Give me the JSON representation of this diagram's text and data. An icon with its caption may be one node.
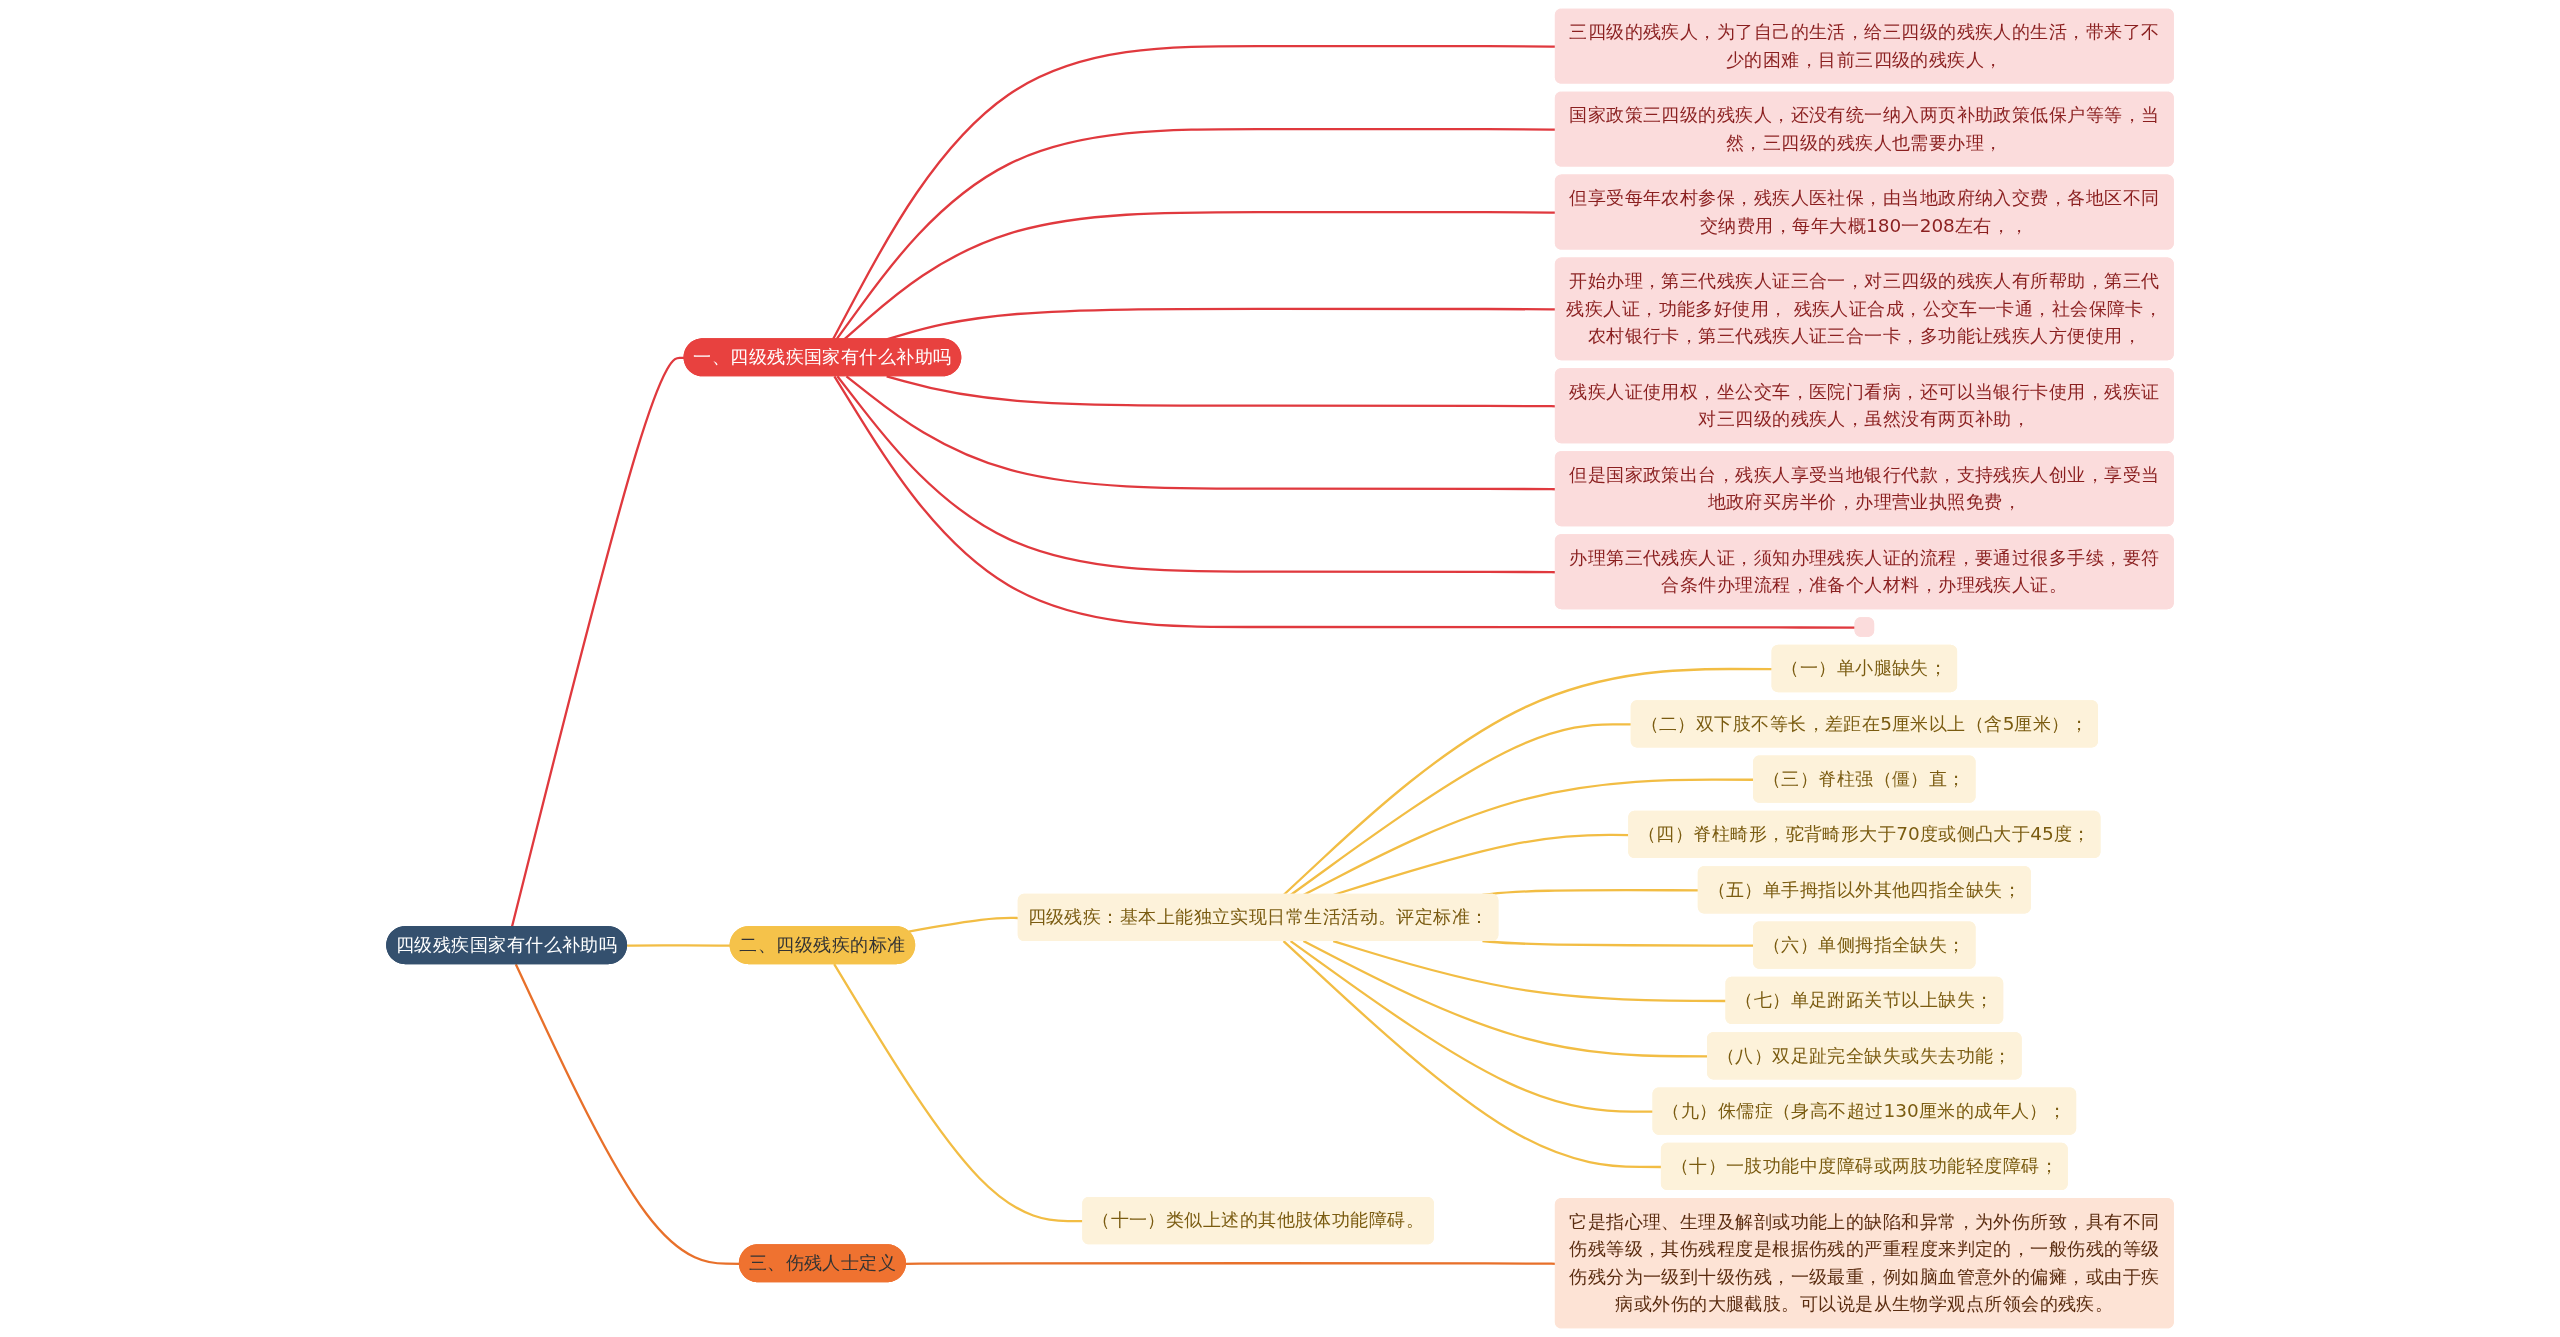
{
  "diagram": {
    "nodes": [
      {
        "text": [
          "四级残疾国家有什么补助吗"
        ]
      },
      {
        "text": [
          "一、四级残疾国家有什么补助吗"
        ]
      },
      {
        "text": [
          "三四级的残疾人，为了自己的生活，给三四级的残疾人的生活，带来了不少的困难，目前三四级的残疾人，"
        ]
      },
      {
        "text": [
          "国家政策三四级的残疾人，还没有统一纳入两页补助政策低保户等等，当然，三四级的残疾人也需要办理，"
        ]
      },
      {
        "text": [
          "但享受每年农村参保，残疾人医社保，由当地政府纳入交费，各地区不同交纳费用，每年大概180一208左右，，"
        ]
      },
      {
        "text": [
          "开始办理，第三代残疾人证三合一，对三四级的残疾人有所帮助，第三代残疾人证，功能多好使用， 残疾人证合成，公交车一卡通，社会保障卡，农村银行卡，第三代残疾人证三合一卡，多功能让残疾人方便使用，"
        ]
      },
      {
        "text": [
          "残疾人证使用权，坐公交车，医院门看病，还可以当银行卡使用，残疾证对三四级的残疾人，虽然没有两页补助，"
        ]
      },
      {
        "text": [
          "但是国家政策出台，残疾人享受当地银行代款，支持残疾人创业，享受当地政府买房半价，办理营业执照免费，"
        ]
      },
      {
        "text": [
          "办理第三代残疾人证，须知办理残疾人证的流程，要通过很多手续，要符合条件办理流程，准备个人材料，办理残疾人证。"
        ]
      },
      {
        "text": [],
        "shape": "box"
      },
      {
        "text": [
          "二、四级残疾的标准"
        ]
      },
      {
        "text": [
          "四级残疾：基本上能独立实现日常生活活动。评定标准："
        ]
      },
      {
        "text": [
          "（一）单小腿缺失；"
        ]
      },
      {
        "text": [
          "（二）双下肢不等长，差距在5厘米以上（含5厘米）；"
        ]
      },
      {
        "text": [
          "（三）脊柱强（僵）直；"
        ]
      },
      {
        "text": [
          "（四）脊柱畸形，驼背畸形大于70度或侧凸大于45度；"
        ]
      },
      {
        "text": [
          "（五）单手拇指以外其他四指全缺失；"
        ]
      },
      {
        "text": [
          "（六）单侧拇指全缺失；"
        ]
      },
      {
        "text": [
          "（七）单足跗跖关节以上缺失；"
        ]
      },
      {
        "text": [
          "（八）双足趾完全缺失或失去功能；"
        ]
      },
      {
        "text": [
          "（九）侏儒症（身高不超过130厘米的成年人）；"
        ]
      },
      {
        "text": [
          "（十）一肢功能中度障碍或两肢功能轻度障碍；"
        ]
      },
      {
        "text": [
          "（十一）类似上述的其他肢体功能障碍。"
        ]
      },
      {
        "text": [
          "三、伤残人士定义"
        ]
      },
      {
        "text": [
          "它是指心理、生理及解剖或功能上的缺陷和异常，为外伤所致，具有不同伤残等级，其伤残程度是根据伤残的严重程度来判定的，一般伤残的等级伤残分为一级到十级伤残，一级最重，例如脑血管意外的偏瘫，或由于疾病或外伤的大腿截肢。可以说是从生物学观点所领会的残疾。"
        ]
      }
    ],
    "edges": [
      {
        "from": 0,
        "to": 1,
        "arrow": "none",
        "color": "#e0393e"
      },
      {
        "from": 1,
        "to": 2,
        "arrow": "none",
        "color": "#e0393e"
      },
      {
        "from": 1,
        "to": 3,
        "arrow": "none",
        "color": "#e0393e"
      },
      {
        "from": 1,
        "to": 4,
        "arrow": "none",
        "color": "#e0393e"
      },
      {
        "from": 1,
        "to": 5,
        "arrow": "none",
        "color": "#e0393e"
      },
      {
        "from": 1,
        "to": 6,
        "arrow": "none",
        "color": "#e0393e"
      },
      {
        "from": 1,
        "to": 7,
        "arrow": "none",
        "color": "#e0393e"
      },
      {
        "from": 1,
        "to": 8,
        "arrow": "none",
        "color": "#e0393e"
      },
      {
        "from": 1,
        "to": 9,
        "arrow": "none",
        "color": "#e0393e"
      },
      {
        "from": 0,
        "to": 10,
        "arrow": "none"
      },
      {
        "from": 10,
        "to": 11,
        "arrow": "none"
      },
      {
        "from": 11,
        "to": 12,
        "arrow": "none"
      },
      {
        "from": 11,
        "to": 13,
        "arrow": "none"
      },
      {
        "from": 11,
        "to": 14,
        "arrow": "none"
      },
      {
        "from": 11,
        "to": 15,
        "arrow": "none"
      },
      {
        "from": 11,
        "to": 16,
        "arrow": "none"
      },
      {
        "from": 11,
        "to": 17,
        "arrow": "none"
      },
      {
        "from": 11,
        "to": 18,
        "arrow": "none"
      },
      {
        "from": 11,
        "to": 19,
        "arrow": "none"
      },
      {
        "from": 11,
        "to": 20,
        "arrow": "none"
      },
      {
        "from": 11,
        "to": 21,
        "arrow": "none"
      },
      {
        "from": 10,
        "to": 22,
        "arrow": "none"
      },
      {
        "from": 0,
        "to": 23,
        "arrow": "none",
        "color": "#e8702a"
      },
      {
        "from": 23,
        "to": 24,
        "arrow": "none",
        "color": "#e8702a"
      }
    ]
  }
}
